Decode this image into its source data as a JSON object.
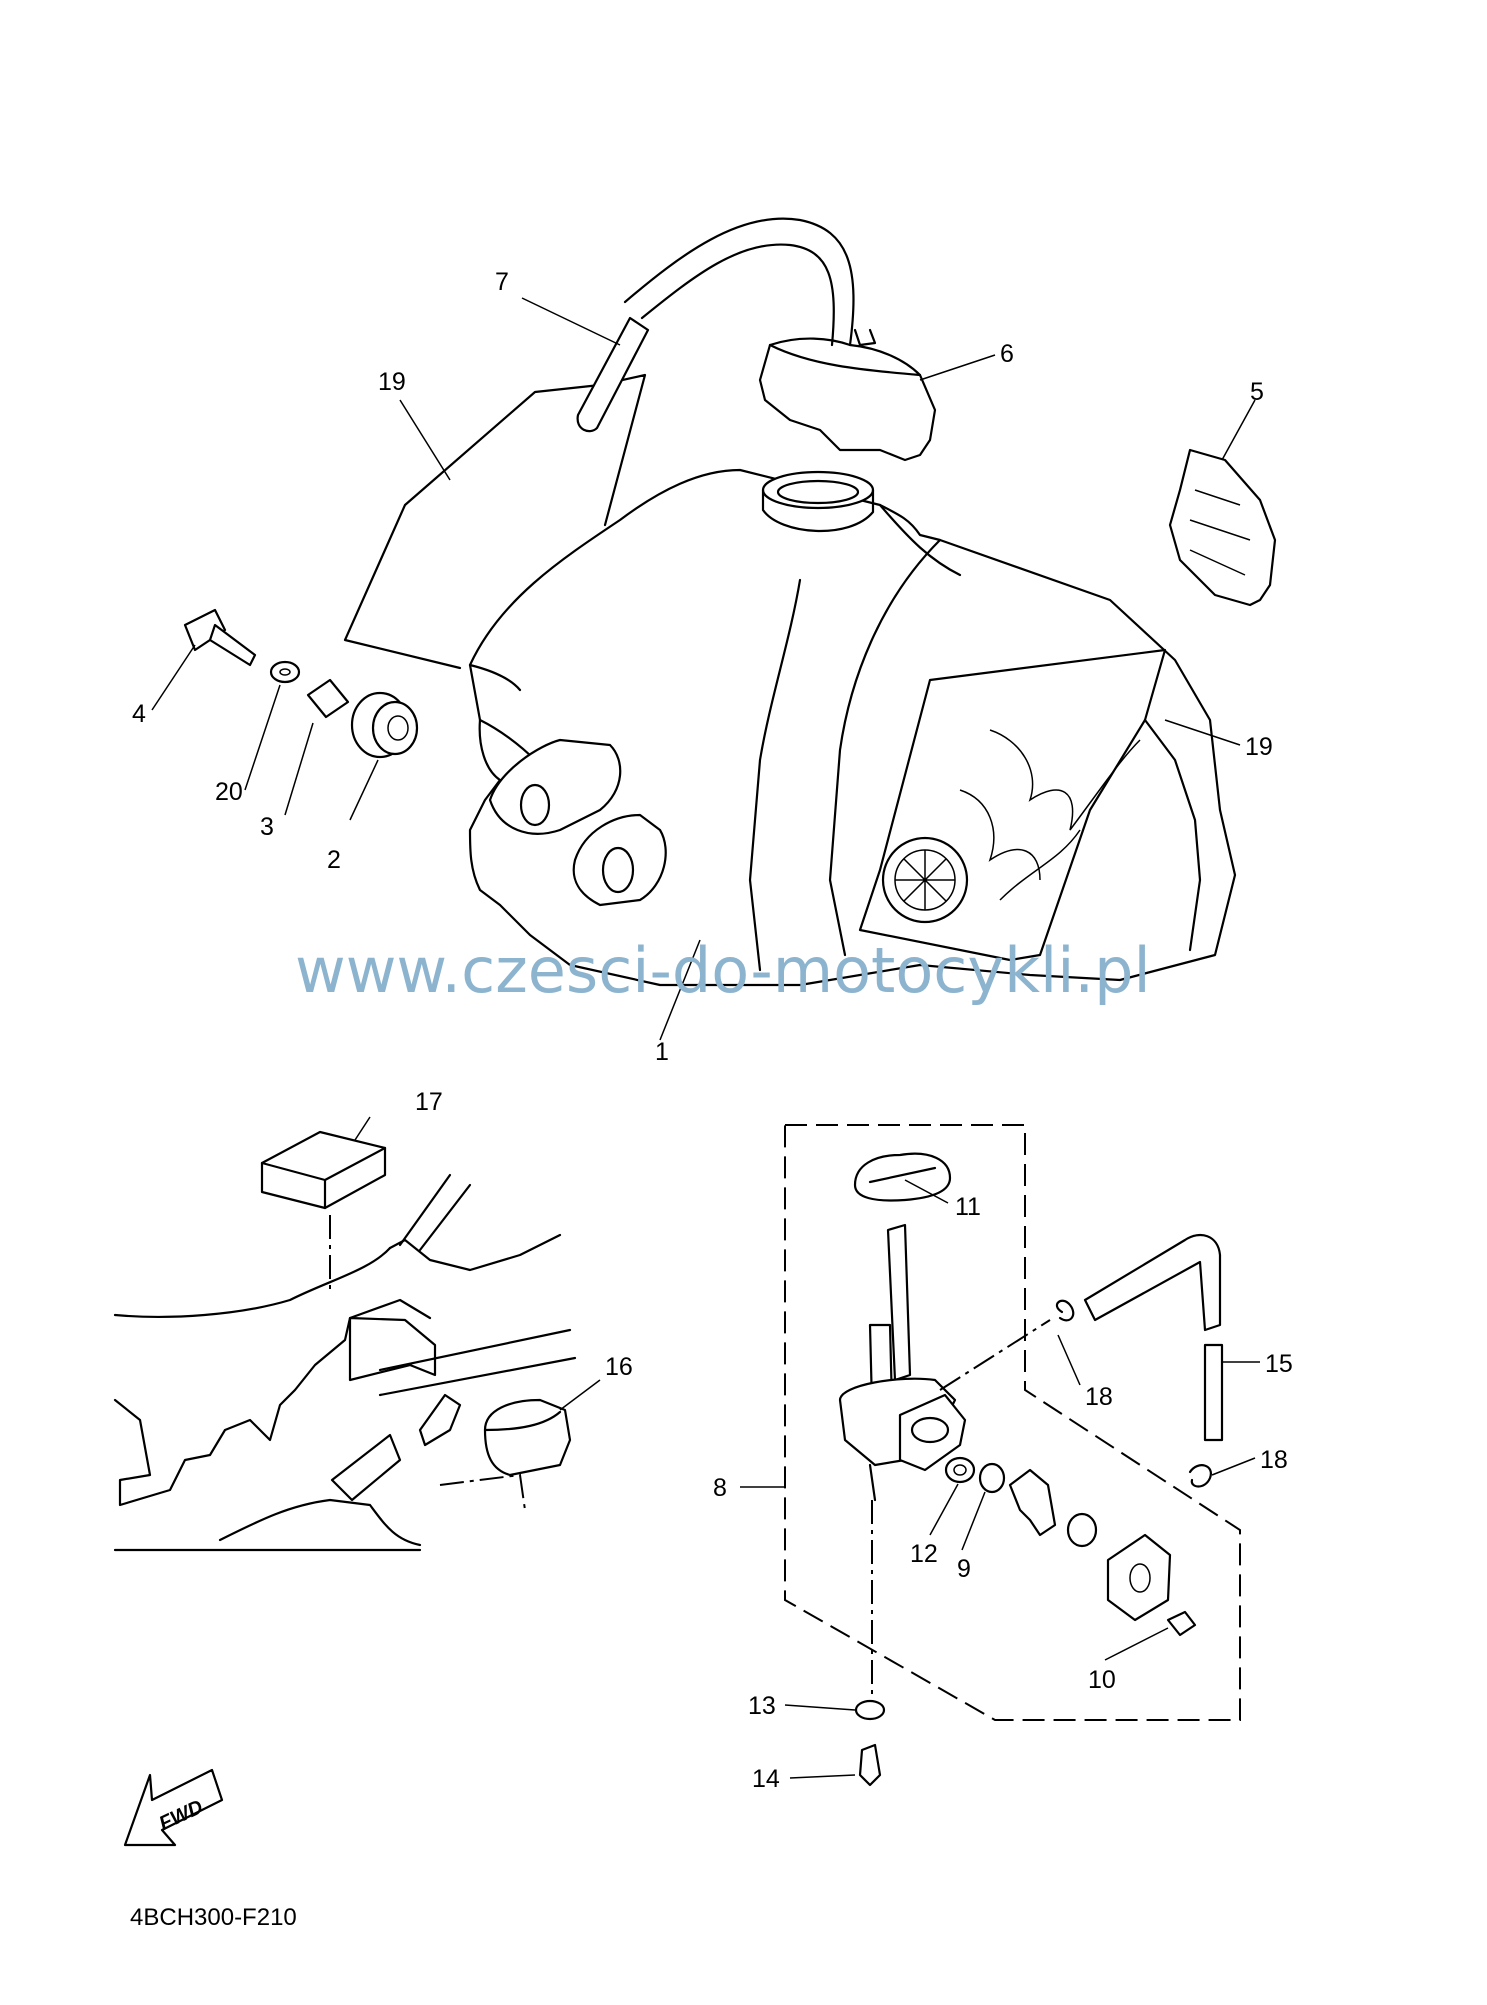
{
  "diagram": {
    "part_labels": {
      "p1": "1",
      "p2": "2",
      "p3": "3",
      "p4": "4",
      "p5": "5",
      "p6": "6",
      "p7": "7",
      "p8": "8",
      "p9": "9",
      "p10": "10",
      "p11": "11",
      "p12": "12",
      "p13": "13",
      "p14": "14",
      "p15": "15",
      "p16": "16",
      "p17": "17",
      "p18a": "18",
      "p18b": "18",
      "p19a": "19",
      "p19b": "19",
      "p20": "20"
    },
    "watermark": "www.czesci-do-motocykli.pl",
    "diagram_code": "4BCH300-F210",
    "fwd_label": "FWD"
  }
}
